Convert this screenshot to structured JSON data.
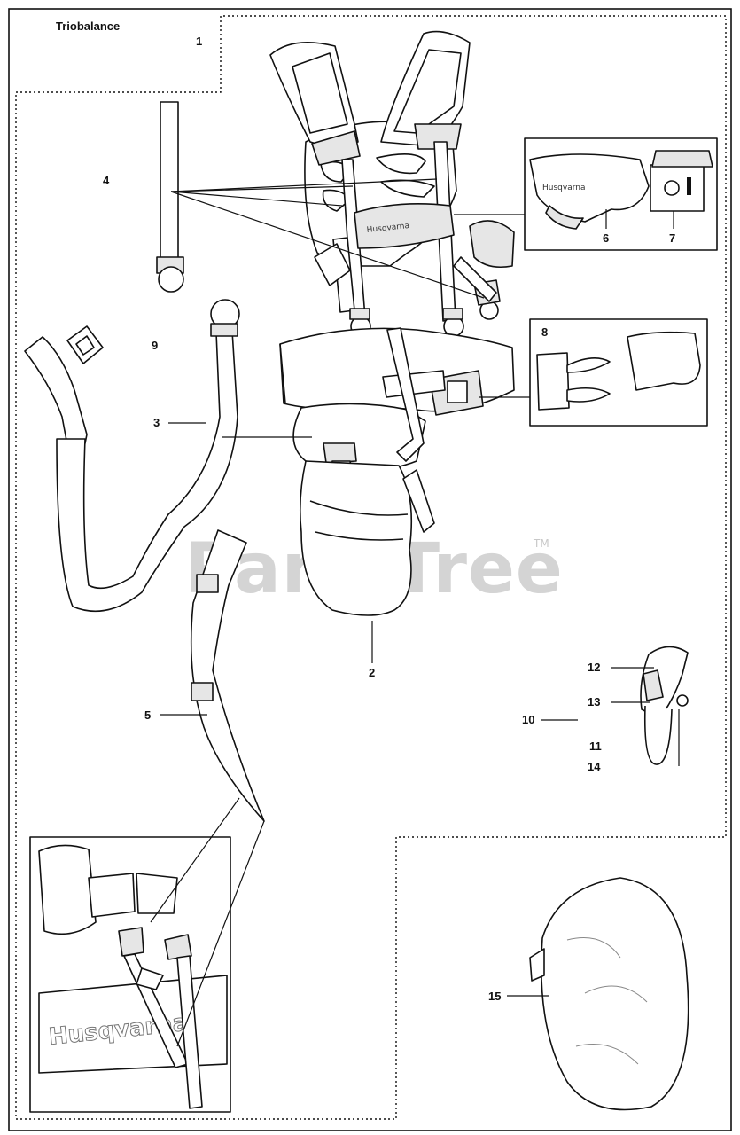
{
  "title": "Triobalance",
  "watermark": {
    "text": "PartsTree",
    "tm": "TM"
  },
  "brand_text": "Husqvarna",
  "callouts": [
    {
      "id": "1",
      "label": "1"
    },
    {
      "id": "2",
      "label": "2"
    },
    {
      "id": "3",
      "label": "3"
    },
    {
      "id": "4",
      "label": "4"
    },
    {
      "id": "5",
      "label": "5"
    },
    {
      "id": "6",
      "label": "6"
    },
    {
      "id": "7",
      "label": "7"
    },
    {
      "id": "8",
      "label": "8"
    },
    {
      "id": "9",
      "label": "9"
    },
    {
      "id": "10",
      "label": "10"
    },
    {
      "id": "11",
      "label": "11"
    },
    {
      "id": "12",
      "label": "12"
    },
    {
      "id": "13",
      "label": "13"
    },
    {
      "id": "14",
      "label": "14"
    },
    {
      "id": "15",
      "label": "15"
    }
  ]
}
